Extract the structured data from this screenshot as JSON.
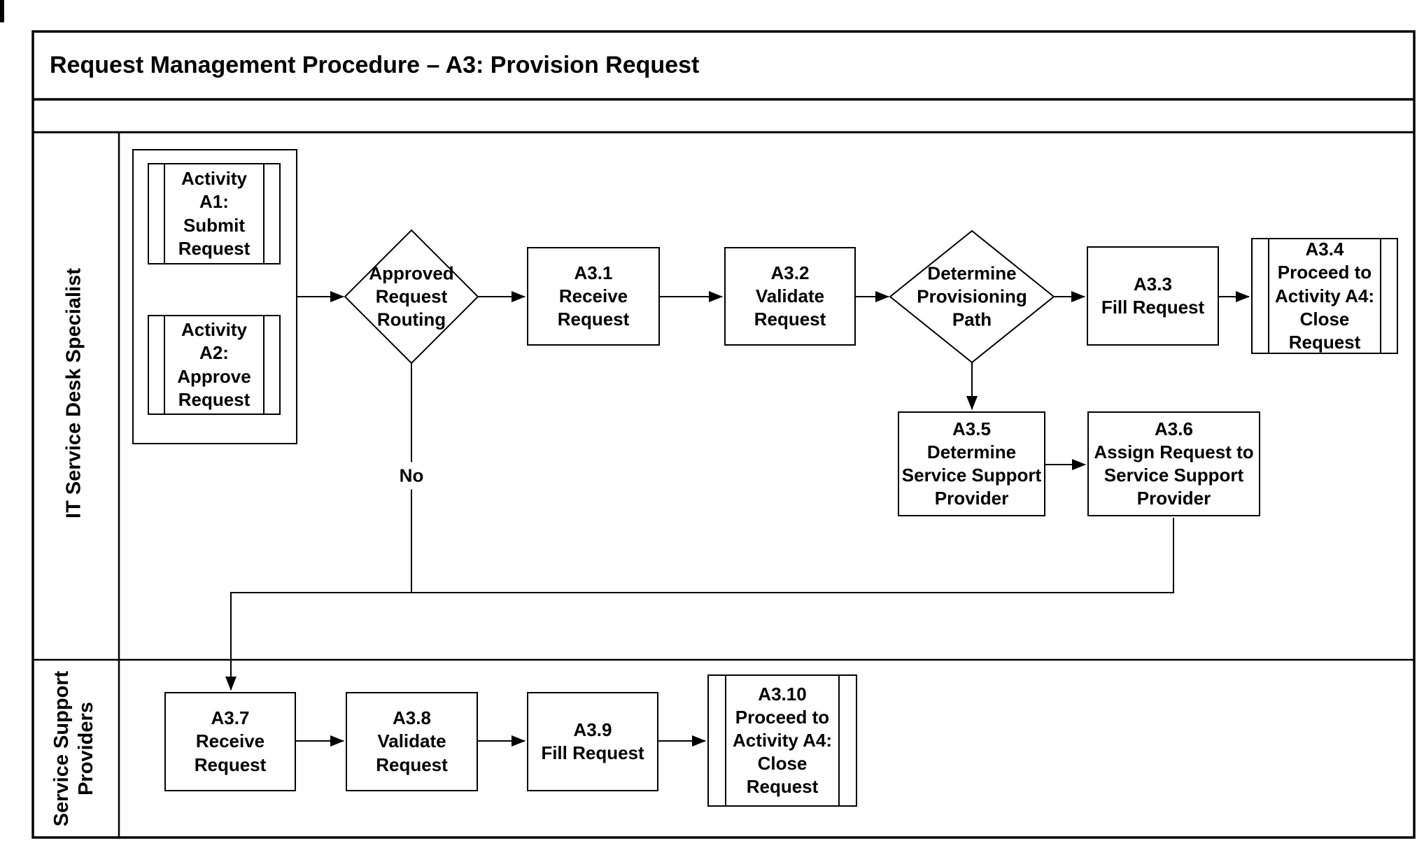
{
  "title": "Request Management Procedure – A3: Provision Request",
  "lanes": {
    "lane1": "IT Service Desk Specialist",
    "lane2": "Service Support\nProviders"
  },
  "nodes": {
    "activity_a1": "Activity\nA1:\nSubmit\nRequest",
    "activity_a2": "Activity\nA2:\nApprove\nRequest",
    "decision_approved_request_routing": "Approved\nRequest\nRouting",
    "a3_1": "A3.1\nReceive\nRequest",
    "a3_2": "A3.2\nValidate\nRequest",
    "decision_determine_provisioning_path": "Determine\nProvisioning\nPath",
    "a3_3": "A3.3\nFill Request",
    "a3_4": "A3.4\nProceed to\nActivity A4:\nClose\nRequest",
    "a3_5": "A3.5\nDetermine\nService Support\nProvider",
    "a3_6": "A3.6\nAssign Request to\nService Support\nProvider",
    "a3_7": "A3.7\nReceive\nRequest",
    "a3_8": "A3.8\nValidate\nRequest",
    "a3_9": "A3.9\nFill Request",
    "a3_10": "A3.10\nProceed to\nActivity A4:\nClose\nRequest"
  },
  "edge_labels": {
    "no": "No"
  },
  "flow": {
    "edges": [
      {
        "from": "Activity A1 / Activity A2",
        "to": "Approved Request Routing"
      },
      {
        "from": "Approved Request Routing",
        "to": "A3.1 Receive Request"
      },
      {
        "from": "A3.1 Receive Request",
        "to": "A3.2 Validate Request"
      },
      {
        "from": "A3.2 Validate Request",
        "to": "Determine Provisioning Path"
      },
      {
        "from": "Determine Provisioning Path",
        "to": "A3.3 Fill Request"
      },
      {
        "from": "A3.3 Fill Request",
        "to": "A3.4 Proceed to Activity A4: Close Request"
      },
      {
        "from": "Determine Provisioning Path",
        "to": "A3.5 Determine Service Support Provider"
      },
      {
        "from": "A3.5 Determine Service Support Provider",
        "to": "A3.6 Assign Request to Service Support Provider"
      },
      {
        "from": "A3.6 Assign Request to Service Support Provider",
        "to": "A3.7 Receive Request"
      },
      {
        "from": "Approved Request Routing",
        "to": "A3.7 Receive Request",
        "label": "No"
      },
      {
        "from": "A3.7 Receive Request",
        "to": "A3.8 Validate Request"
      },
      {
        "from": "A3.8 Validate Request",
        "to": "A3.9 Fill Request"
      },
      {
        "from": "A3.9 Fill Request",
        "to": "A3.10 Proceed to Activity A4: Close Request"
      }
    ]
  },
  "colors": {
    "line": "#000000",
    "background": "#ffffff"
  }
}
